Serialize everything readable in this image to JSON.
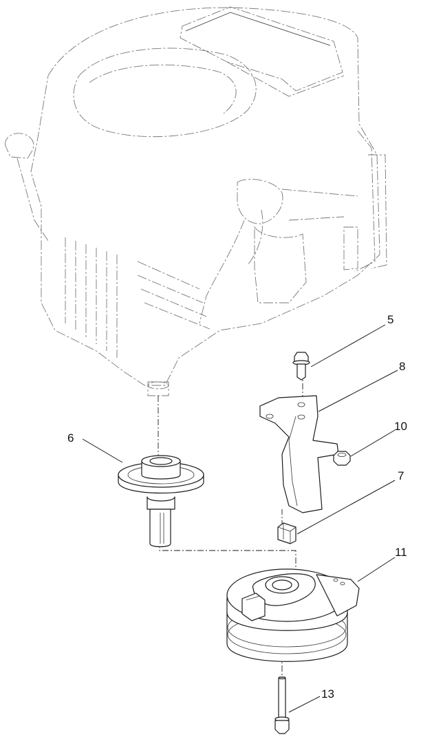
{
  "callouts": [
    {
      "id": "5",
      "label": "5"
    },
    {
      "id": "8",
      "label": "8"
    },
    {
      "id": "10",
      "label": "10"
    },
    {
      "id": "6",
      "label": "6"
    },
    {
      "id": "7",
      "label": "7"
    },
    {
      "id": "11",
      "label": "11"
    },
    {
      "id": "13",
      "label": "13"
    }
  ]
}
